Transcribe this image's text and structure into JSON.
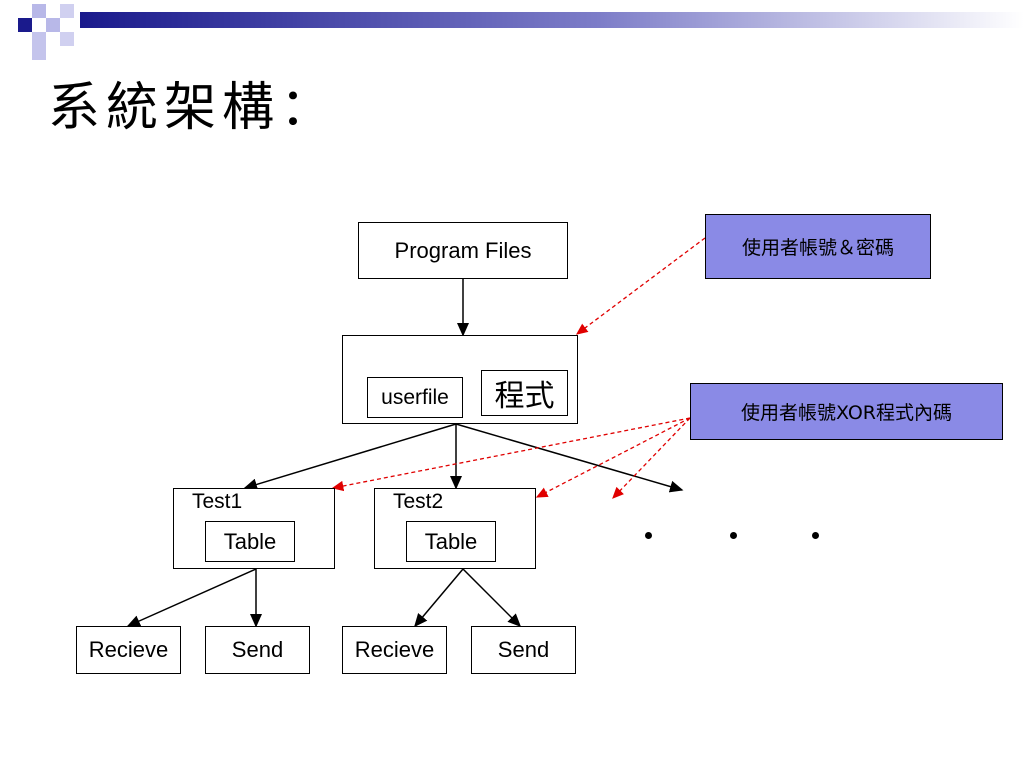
{
  "slide": {
    "title": "系統架構："
  },
  "diagram": {
    "root": "Program Files",
    "container": {
      "userfile": "userfile",
      "program": "程式"
    },
    "tests": [
      {
        "name": "Test1",
        "table": "Table",
        "children": [
          "Recieve",
          "Send"
        ]
      },
      {
        "name": "Test2",
        "table": "Table",
        "children": [
          "Recieve",
          "Send"
        ]
      }
    ],
    "ellipsis": "・・・",
    "notes": {
      "credentials": "使用者帳號＆密碼",
      "xor_code": "使用者帳號XOR程式內碼"
    }
  },
  "colors": {
    "note_fill": "#8a8ae6",
    "annotation_arrow": "#e00000",
    "header_dark": "#1a1a8c",
    "header_mid": "#8a8ad6"
  }
}
